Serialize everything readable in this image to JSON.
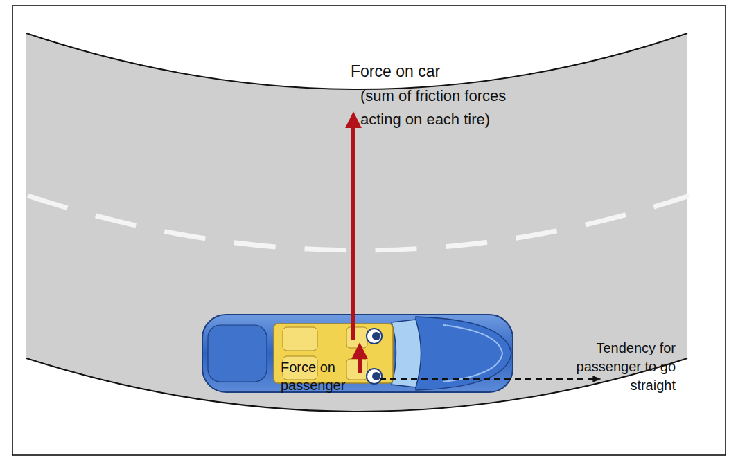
{
  "diagram": {
    "labels": [
      "Force on car",
      "(sum of friction forces acting on each tire)",
      "Tendency for passenger to go straight",
      "Force on passenger"
    ]
  }
}
